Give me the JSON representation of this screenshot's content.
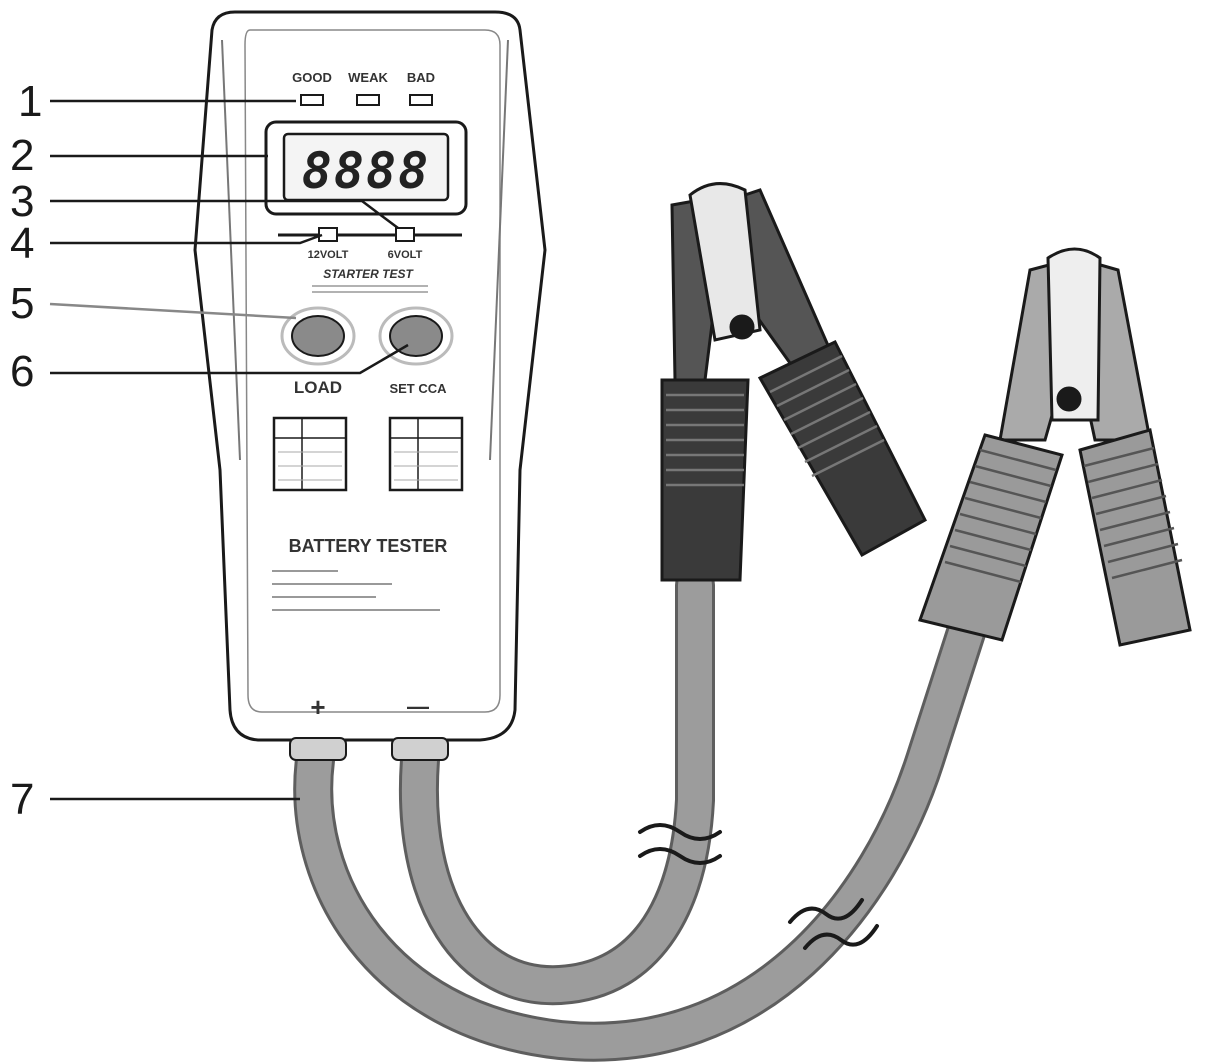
{
  "callouts": [
    "1",
    "2",
    "3",
    "4",
    "5",
    "6",
    "7"
  ],
  "indicators": {
    "good": "GOOD",
    "weak": "WEAK",
    "bad": "BAD"
  },
  "display": {
    "digits": "8888"
  },
  "voltage": {
    "v12": "12VOLT",
    "v6": "6VOLT"
  },
  "starter_test": "STARTER TEST",
  "buttons": {
    "load": "LOAD",
    "set_cca": "SET CCA"
  },
  "device_title": "BATTERY TESTER",
  "terminals": {
    "plus": "+",
    "minus": "—"
  },
  "colors": {
    "black_clamp": "#3d3d3d",
    "red_clamp": "#9a9a9a",
    "cable": "#8c8c8c"
  }
}
